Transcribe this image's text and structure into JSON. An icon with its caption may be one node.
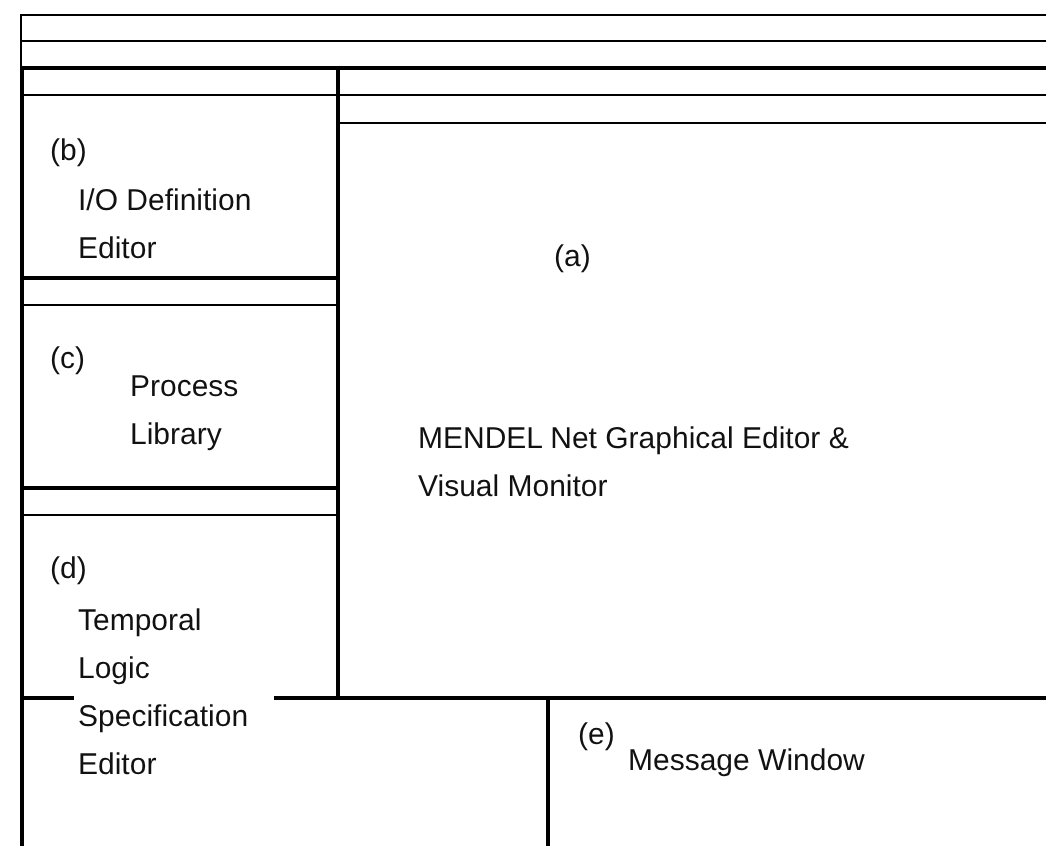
{
  "diagram": {
    "nodes": [
      {
        "text": [],
        "shape": "box"
      },
      {
        "text": [
          "(a)",
          "MENDEL Net Graphical Editor & Visual Monitor"
        ],
        "in": 0
      },
      {
        "text": [
          "(b)",
          "I/O Definition Editor"
        ],
        "in": 0
      },
      {
        "text": [
          "(c)",
          "Process Library"
        ],
        "in": 0
      },
      {
        "text": [
          "(d)",
          "Temporal Logic Specification Editor"
        ],
        "in": 0
      },
      {
        "text": [],
        "shape": "box",
        "in": 0
      },
      {
        "text": [
          "(e)",
          "Message Window"
        ],
        "in": 0
      }
    ],
    "edges": []
  }
}
